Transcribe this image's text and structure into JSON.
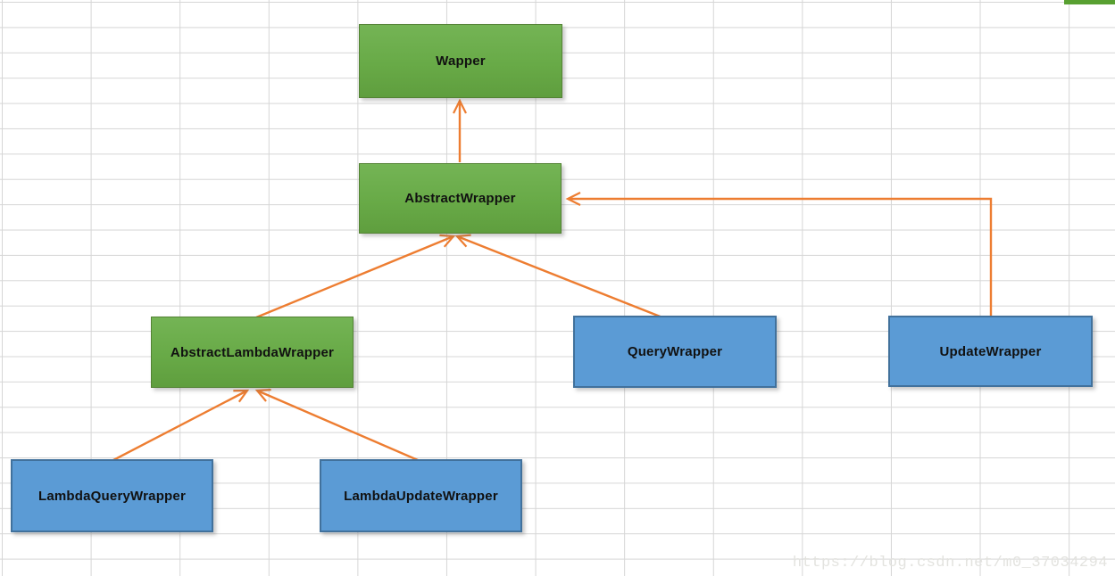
{
  "diagram": {
    "nodes": [
      {
        "id": "wrapper",
        "label": "Wapper",
        "fill": "green"
      },
      {
        "id": "abstract-wrapper",
        "label": "AbstractWrapper",
        "fill": "green"
      },
      {
        "id": "abstract-lambda-wrapper",
        "label": "AbstractLambdaWrapper",
        "fill": "green"
      },
      {
        "id": "query-wrapper",
        "label": "QueryWrapper",
        "fill": "blue"
      },
      {
        "id": "update-wrapper",
        "label": "UpdateWrapper",
        "fill": "blue"
      },
      {
        "id": "lambda-query-wrapper",
        "label": "LambdaQueryWrapper",
        "fill": "blue"
      },
      {
        "id": "lambda-update-wrapper",
        "label": "LambdaUpdateWrapper",
        "fill": "blue"
      }
    ],
    "edges": [
      {
        "from": "AbstractWrapper",
        "to": "Wapper",
        "style": "straight"
      },
      {
        "from": "AbstractLambdaWrapper",
        "to": "AbstractWrapper",
        "style": "straight"
      },
      {
        "from": "QueryWrapper",
        "to": "AbstractWrapper",
        "style": "straight"
      },
      {
        "from": "UpdateWrapper",
        "to": "AbstractWrapper",
        "style": "elbow"
      },
      {
        "from": "LambdaQueryWrapper",
        "to": "AbstractLambdaWrapper",
        "style": "straight"
      },
      {
        "from": "LambdaUpdateWrapper",
        "to": "AbstractLambdaWrapper",
        "style": "straight"
      }
    ],
    "colors": {
      "green_fill_top": "#74b455",
      "green_fill_bottom": "#5f9e3e",
      "green_border": "#538234",
      "blue_fill": "#5b9bd5",
      "blue_border": "#41719c",
      "arrow": "#ed7d31",
      "grid_line": "#d6d6d6",
      "background": "#ffffff",
      "accent_bar": "#58a031"
    }
  },
  "watermark": {
    "text": "https://blog.csdn.net/m0_37034294",
    "color": "#e3e3df"
  }
}
